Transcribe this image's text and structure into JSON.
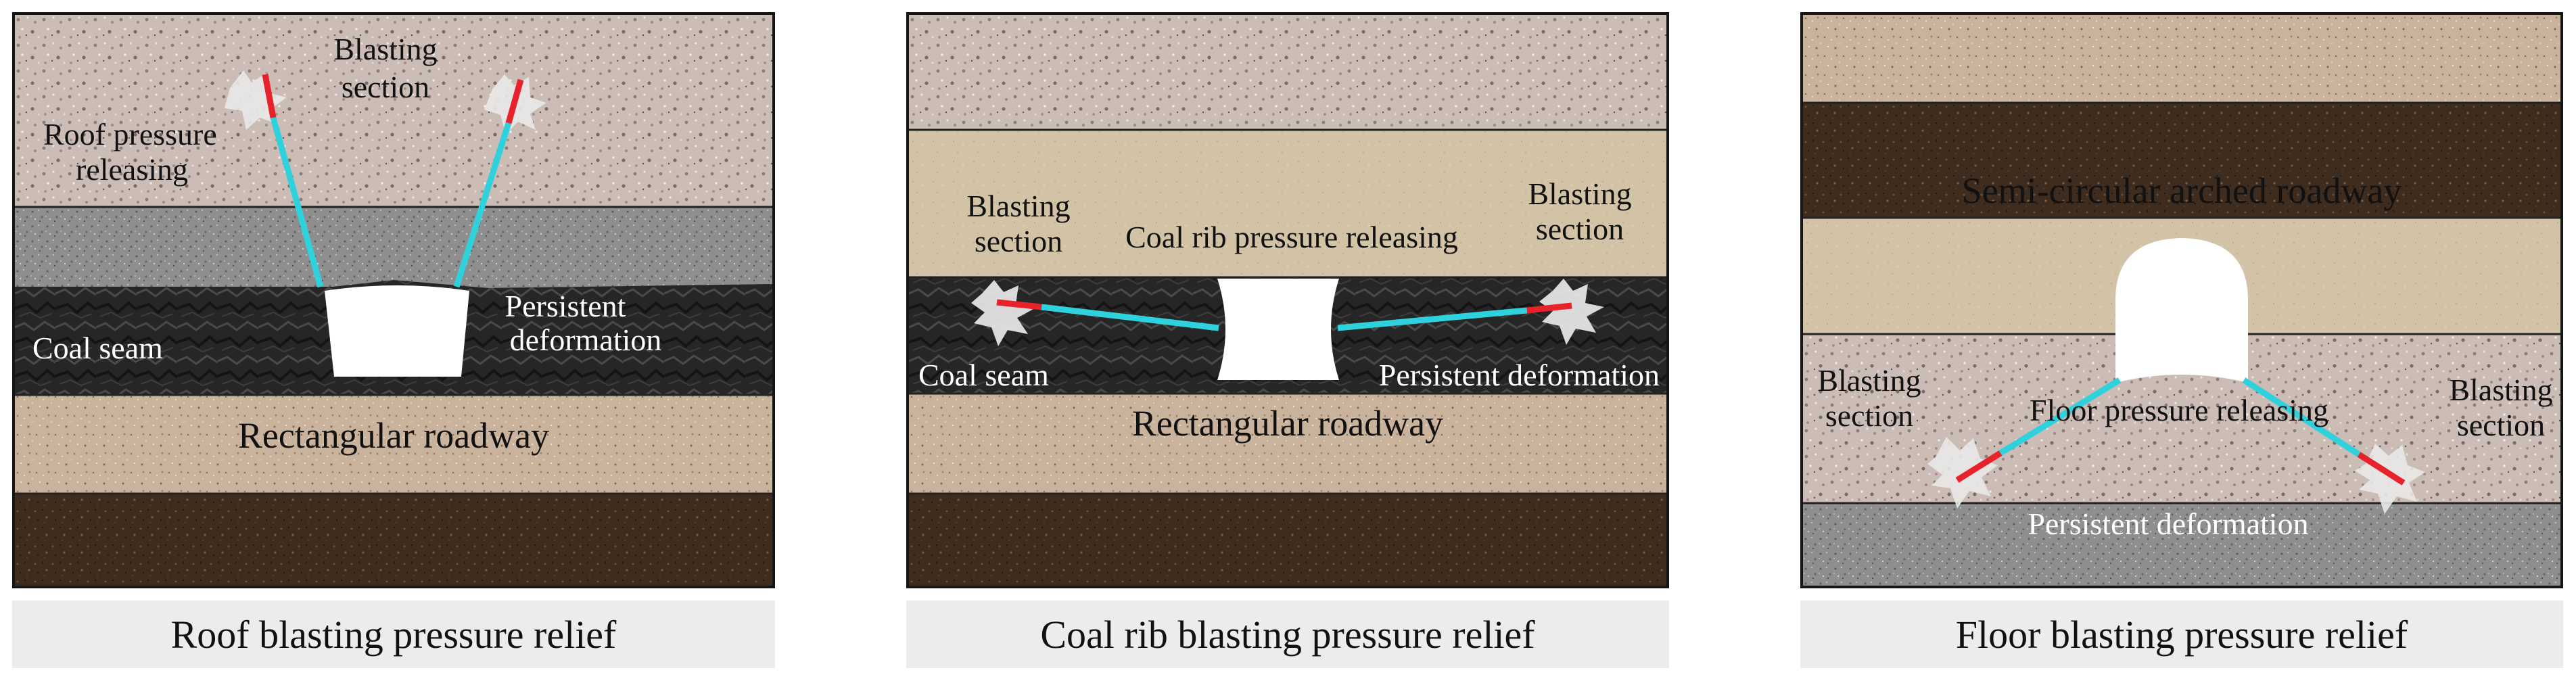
{
  "panels": [
    {
      "caption": "Roof blasting pressure relief",
      "labels": {
        "blasting_section_line1": "Blasting",
        "blasting_section_line2": "section",
        "roof_line1": "Roof pressure",
        "roof_line2": "releasing",
        "persistent_line1": "Persistent",
        "persistent_line2": "deformation",
        "coal_seam": "Coal seam",
        "roadway": "Rectangular roadway"
      }
    },
    {
      "caption": "Coal rib blasting pressure relief",
      "labels": {
        "left_blasting_line1": "Blasting",
        "left_blasting_line2": "section",
        "right_blasting_line1": "Blasting",
        "right_blasting_line2": "section",
        "coal_rib": "Coal rib pressure releasing",
        "coal_seam": "Coal seam",
        "persistent": "Persistent deformation",
        "roadway": "Rectangular roadway"
      }
    },
    {
      "caption": "Floor blasting pressure relief",
      "labels": {
        "roadway": "Semi-circular arched roadway",
        "left_blasting_line1": "Blasting",
        "left_blasting_line2": "section",
        "right_blasting_line1": "Blasting",
        "right_blasting_line2": "section",
        "floor": "Floor pressure releasing",
        "persistent": "Persistent deformation"
      }
    }
  ],
  "colors": {
    "borehole": "#2fd2dc",
    "blasting_segment": "#e8222a",
    "granite_light": "#cbbdb5",
    "gray_rock": "#8c8c8c",
    "coal": "#262626",
    "sandstone": "#c9b39c",
    "dark_brown": "#3e2c1e",
    "beige": "#d2c3a6"
  }
}
